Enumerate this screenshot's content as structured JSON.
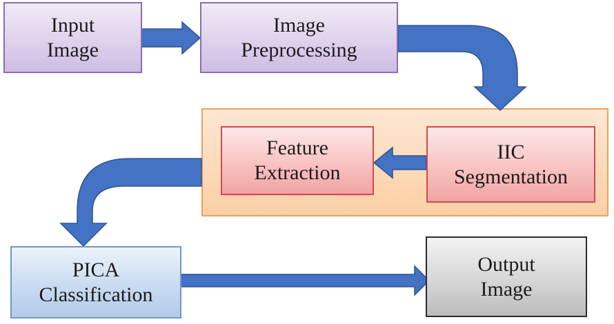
{
  "diagram": {
    "nodes": [
      {
        "id": "input-image",
        "lines": [
          "Input",
          "Image"
        ]
      },
      {
        "id": "image-preprocessing",
        "lines": [
          "Image",
          "Preprocessing"
        ]
      },
      {
        "id": "iic-segmentation",
        "lines": [
          "IIC",
          "Segmentation"
        ]
      },
      {
        "id": "feature-extraction",
        "lines": [
          "Feature",
          "Extraction"
        ]
      },
      {
        "id": "pica-classification",
        "lines": [
          "PICA",
          "Classification"
        ]
      },
      {
        "id": "output-image",
        "lines": [
          "Output",
          "Image"
        ]
      }
    ],
    "edges": [
      {
        "from": "input-image",
        "to": "image-preprocessing"
      },
      {
        "from": "image-preprocessing",
        "to": "iic-segmentation"
      },
      {
        "from": "iic-segmentation",
        "to": "feature-extraction"
      },
      {
        "from": "feature-extraction",
        "to": "pica-classification"
      },
      {
        "from": "pica-classification",
        "to": "output-image"
      }
    ],
    "colors": {
      "arrow_fill": "#4472c4",
      "arrow_stroke": "#2f528f",
      "input_box": "#ded2ec",
      "segmentation_group": "#fbcfa4",
      "segmentation_boxes": "#f9c2c2",
      "classification_box": "#c9dbf0",
      "output_box": "#d6d6d6"
    }
  }
}
